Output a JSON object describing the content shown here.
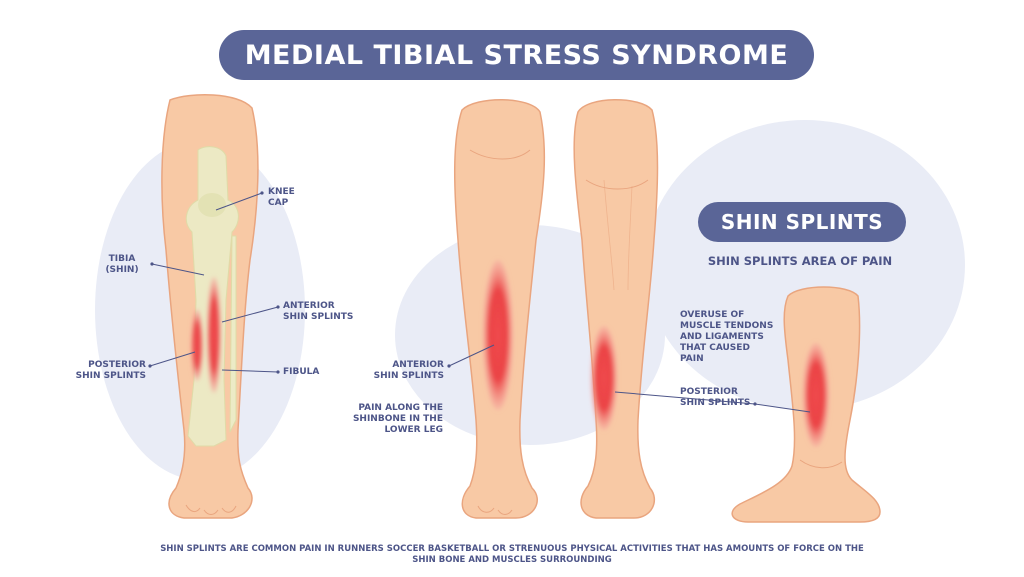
{
  "title": "MEDIAL TIBIAL STRESS SYNDROME",
  "subtitle": "SHIN SPLINTS",
  "area_label": "SHIN SPLINTS AREA OF PAIN",
  "labels": {
    "knee_cap": "KNEE\nCAP",
    "tibia": "TIBIA\n(SHIN)",
    "anterior_left": "ANTERIOR\nSHIN SPLINTS",
    "posterior_left": "POSTERIOR\nSHIN SPLINTS",
    "fibula": "FIBULA",
    "anterior_center": "ANTERIOR\nSHIN SPLINTS",
    "pain_along": "PAIN ALONG THE\nSHINBONE IN THE\nLOWER LEG",
    "overuse": "OVERUSE OF\nMUSCLE TENDONS\nAND LIGAMENTS\nTHAT CAUSED\nPAIN",
    "posterior_right": "POSTERIOR\nSHIN SPLINTS"
  },
  "footer": "SHIN SPLINTS ARE COMMON PAIN IN RUNNERS SOCCER BASKETBALL OR STRENUOUS PHYSICAL ACTIVITIES THAT HAS AMOUNTS OF FORCE ON THE SHIN BONE AND MUSCLES SURROUNDING",
  "colors": {
    "banner": "#5a6597",
    "text": "#4d5588",
    "skin": "#f8c9a5",
    "skin_outline": "#e9a57f",
    "bone": "#ecebc6",
    "background_blob": "#e9ecf6",
    "pain": "#e8363a"
  }
}
